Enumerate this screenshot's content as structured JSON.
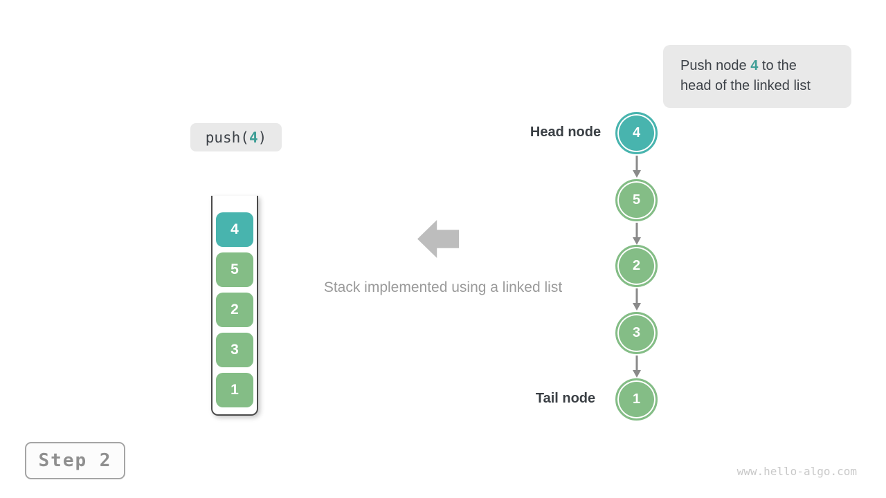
{
  "colors": {
    "teal_accent": "#48b4ae",
    "green_node": "#84bd86",
    "callout_bg": "#e9e9e9",
    "dark_text": "#3d4248",
    "muted_text": "#9a9a9a",
    "arrow_gray": "#8a8a8a",
    "big_arrow_gray": "#bdbdbd",
    "step_text": "#8f8f8f",
    "watermark_gray": "#c9c9c9"
  },
  "callout": {
    "line1_prefix": "Push node ",
    "line1_highlight": "4",
    "line1_suffix": " to the",
    "line2": "head of the linked list"
  },
  "operation": {
    "prefix": "push(",
    "highlight": "4",
    "suffix": ")"
  },
  "stack": {
    "items": [
      {
        "value": "4",
        "color": "teal"
      },
      {
        "value": "5",
        "color": "green"
      },
      {
        "value": "2",
        "color": "green"
      },
      {
        "value": "3",
        "color": "green"
      },
      {
        "value": "1",
        "color": "green"
      }
    ]
  },
  "linked_list": {
    "head_label": "Head node",
    "tail_label": "Tail node",
    "nodes": [
      {
        "value": "4",
        "color": "teal"
      },
      {
        "value": "5",
        "color": "green"
      },
      {
        "value": "2",
        "color": "green"
      },
      {
        "value": "3",
        "color": "green"
      },
      {
        "value": "1",
        "color": "green"
      }
    ]
  },
  "caption": "Stack implemented using a linked list",
  "step_label": "Step 2",
  "watermark": "www.hello-algo.com"
}
